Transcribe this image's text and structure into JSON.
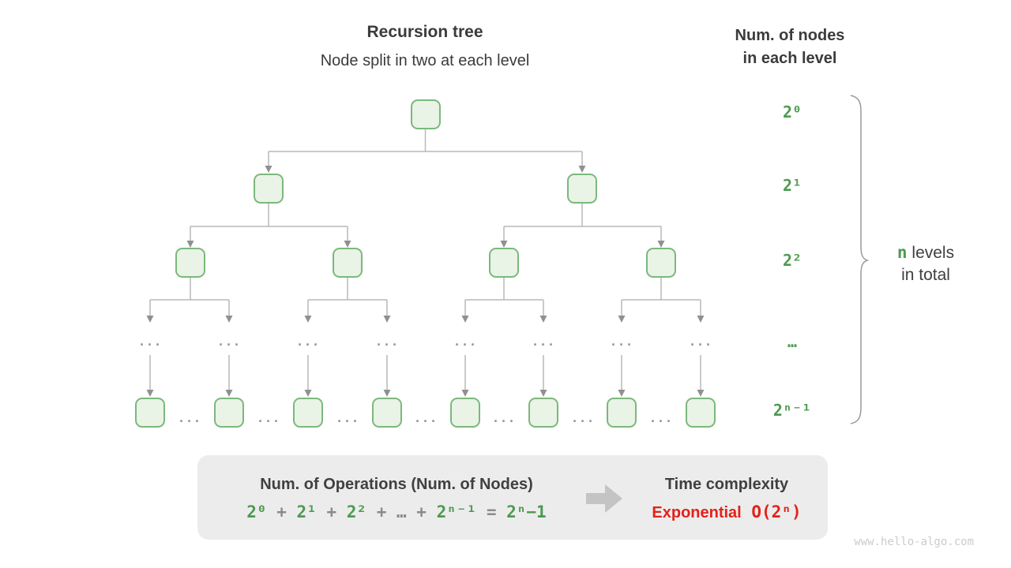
{
  "header": {
    "title": "Recursion tree",
    "subtitle": "Node split in two at each level",
    "right_title_line1": "Num. of nodes",
    "right_title_line2": "in each level"
  },
  "tree": {
    "ellipsis": "...",
    "node_fill": "#e9f3e6",
    "node_border": "#7cb87c",
    "line_color": "#b9b9b9",
    "arrowhead_color": "#909090"
  },
  "right_labels": {
    "levels": [
      "2⁰",
      "2¹",
      "2²",
      "…",
      "2ⁿ⁻¹"
    ],
    "brace_n": "n",
    "brace_line1_rest": " levels",
    "brace_line2": "in total",
    "green": "#4c9a50"
  },
  "summary_box": {
    "left_title": "Num. of Operations (Num. of Nodes)",
    "formula_segments": [
      {
        "t": "2⁰",
        "c": "g"
      },
      {
        "t": " + ",
        "c": "m"
      },
      {
        "t": "2¹",
        "c": "g"
      },
      {
        "t": " + ",
        "c": "m"
      },
      {
        "t": "2²",
        "c": "g"
      },
      {
        "t": " + ",
        "c": "m"
      },
      {
        "t": "…",
        "c": "m"
      },
      {
        "t": " + ",
        "c": "m"
      },
      {
        "t": "2ⁿ⁻¹",
        "c": "g"
      },
      {
        "t": " = ",
        "c": "m"
      },
      {
        "t": "2ⁿ−1",
        "c": "g"
      }
    ],
    "right_title": "Time complexity",
    "complexity_name": "Exponential",
    "complexity_value": "O(2ⁿ)",
    "colors": {
      "green": "#4c9a50",
      "red": "#e32119",
      "gray": "#8a8a8a",
      "box_bg": "#ececec"
    }
  },
  "watermark": "www.hello-algo.com"
}
